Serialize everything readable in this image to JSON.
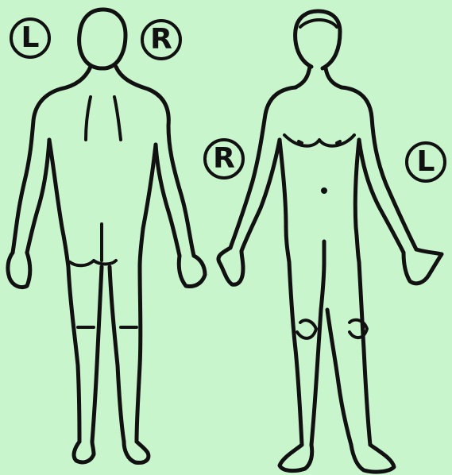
{
  "colors": {
    "background": "#c9f5cd",
    "ink": "#111111"
  },
  "figures": [
    {
      "view": "back",
      "labels": {
        "left": "L",
        "right": "R"
      }
    },
    {
      "view": "front",
      "labels": {
        "right": "R",
        "left": "L"
      }
    }
  ]
}
